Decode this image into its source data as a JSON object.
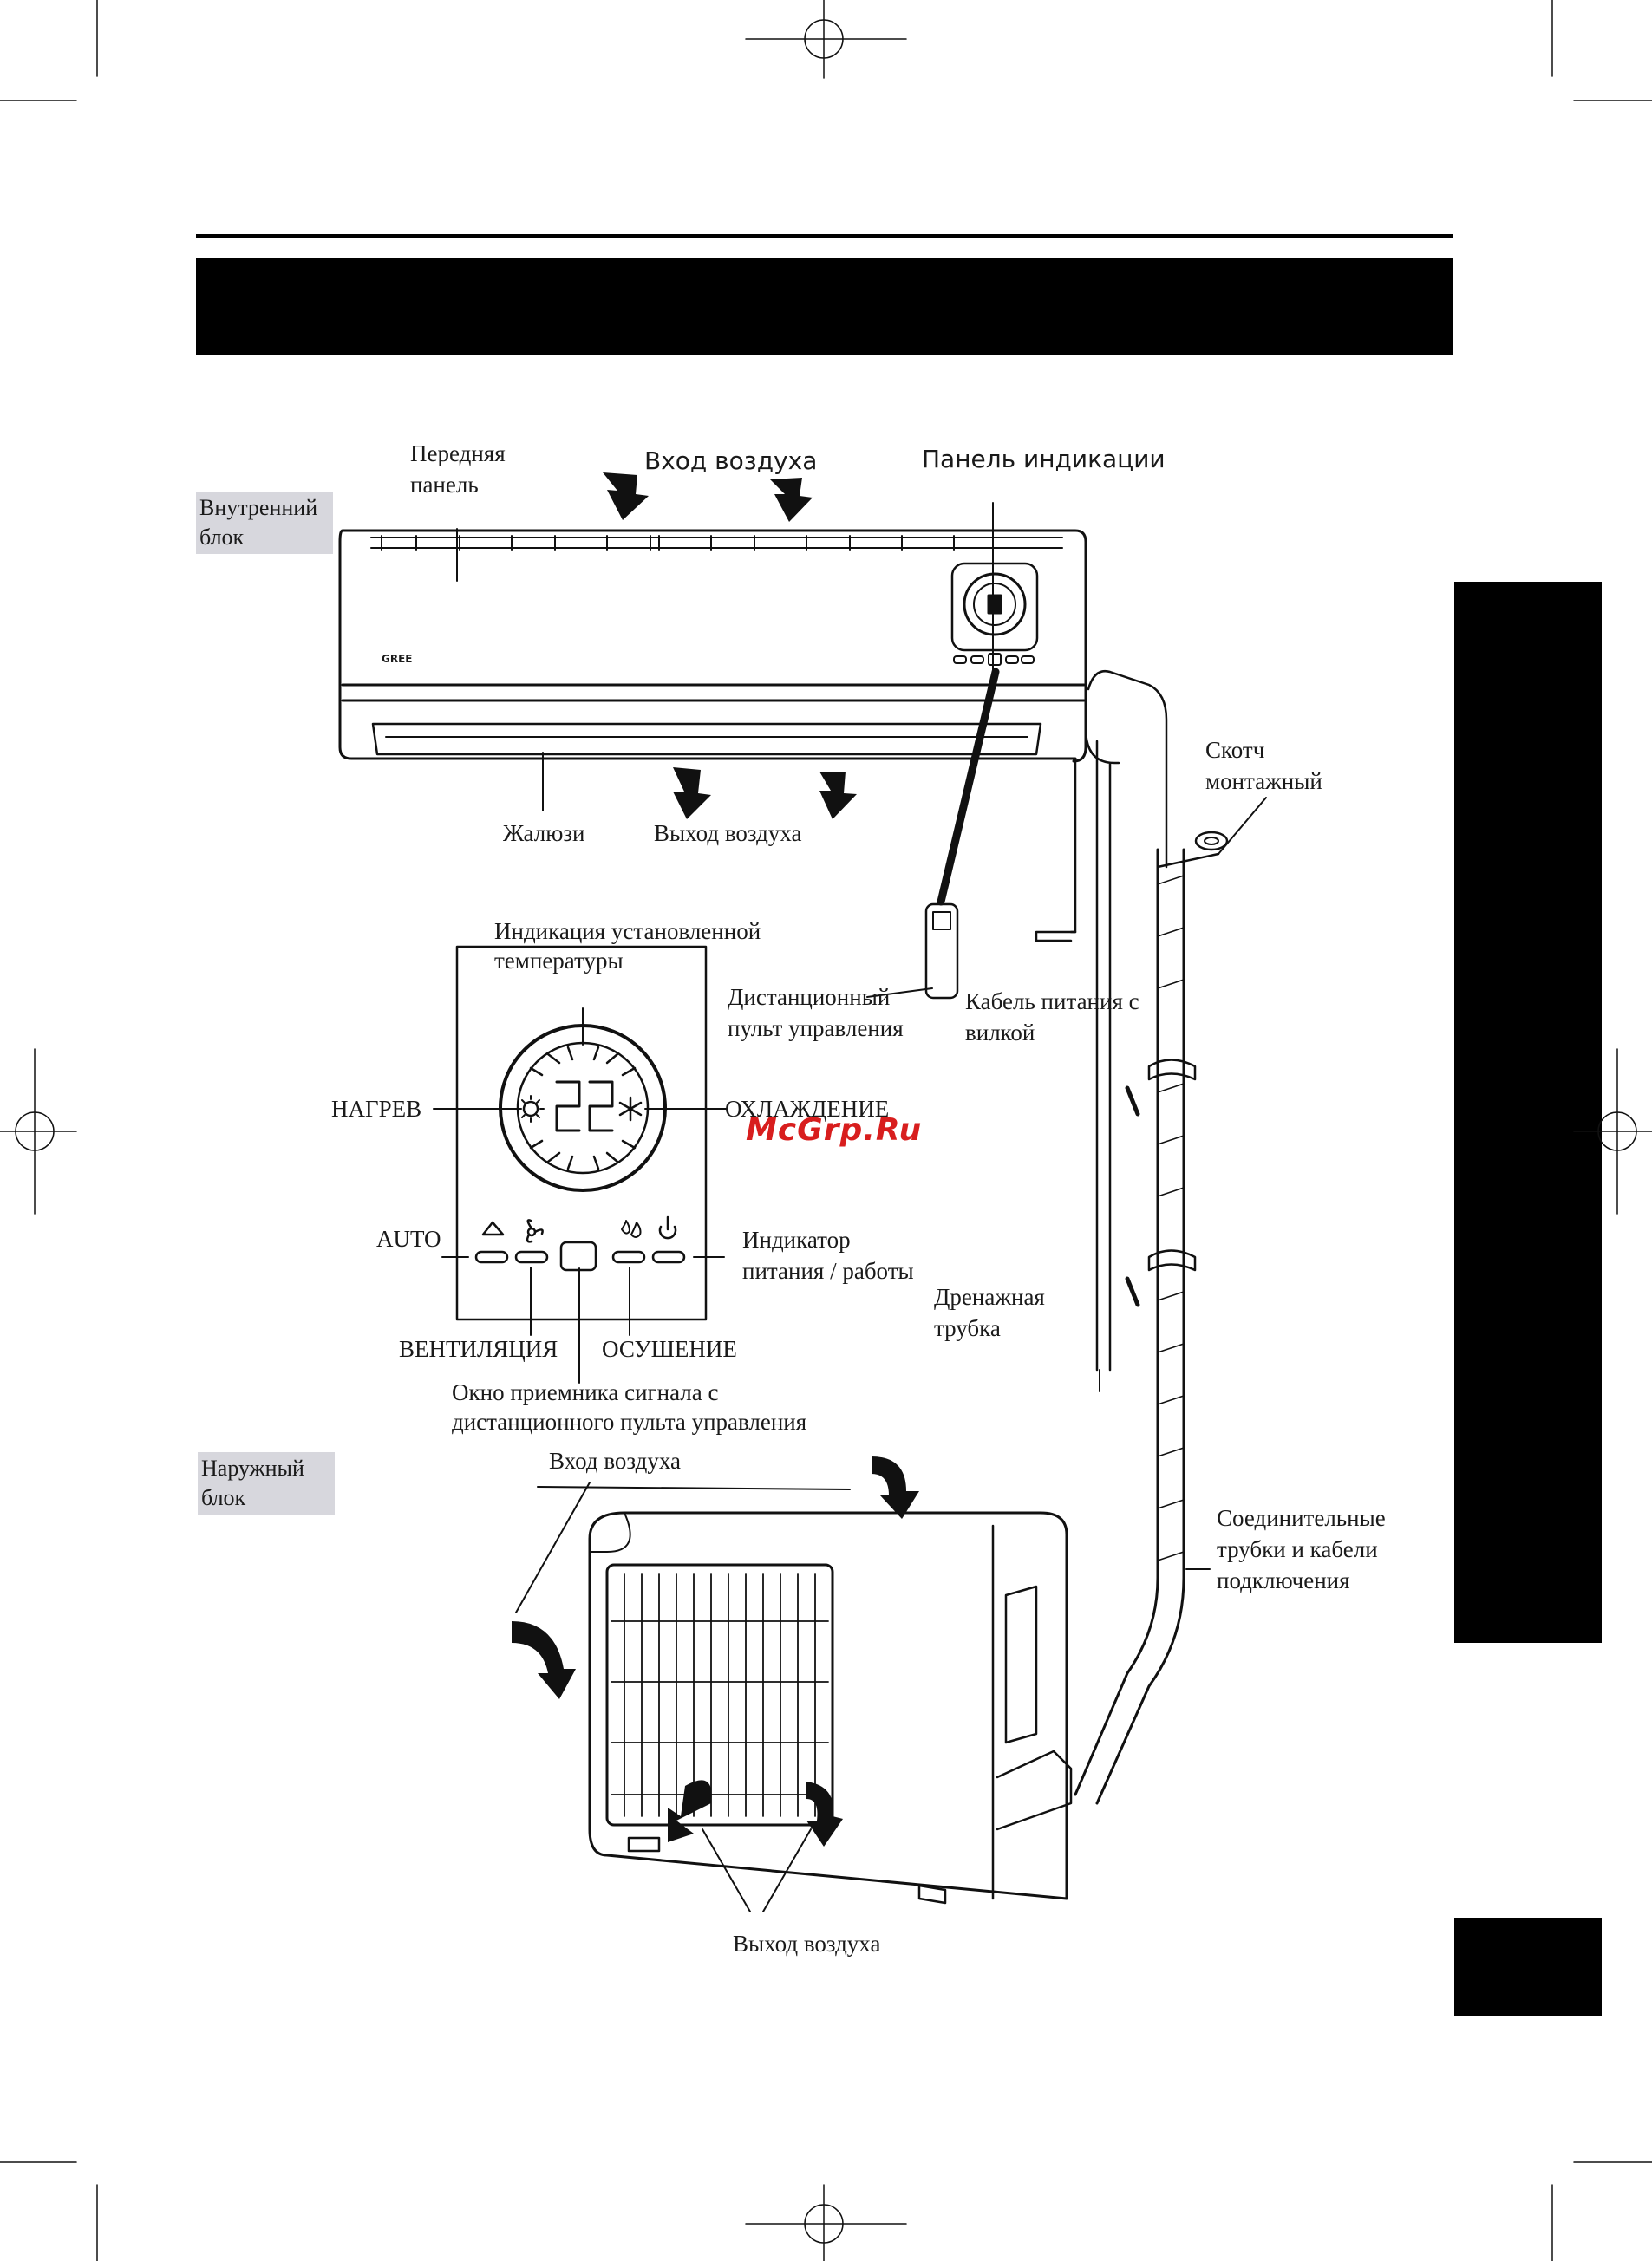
{
  "indoor_unit": {
    "section_label": "Внутренний блок",
    "front_panel": "Передняя панель",
    "air_inlet": "Вход воздуха",
    "display_panel": "Панель индикации",
    "louvers": "Жалюзи",
    "air_outlet": "Выход воздуха",
    "brand_logo": "GREE"
  },
  "installation": {
    "mounting_tape": "Скотч монтажный",
    "remote_control": "Дистанционный пульт управления",
    "power_cable": "Кабель питания с вилкой",
    "drain_hose": "Дренажная трубка",
    "connecting_pipes": "Соединительные трубки и кабели подключения"
  },
  "display_detail": {
    "set_temp_label": "Индикация установленной температуры",
    "temperature_value": "22",
    "heat": "НАГРЕВ",
    "cool": "ОХЛАЖДЕНИЕ",
    "auto": "AUTO",
    "power_indicator": "Индикатор питания / работы",
    "fan": "ВЕНТИЛЯЦИЯ",
    "dry": "ОСУШЕНИЕ",
    "receiver_window": "Окно приемника сигнала с дистанционного пульта управления"
  },
  "outdoor_unit": {
    "section_label": "Наружный блок",
    "air_inlet": "Вход воздуха",
    "air_outlet": "Выход воздуха"
  },
  "watermark": "McGrp.Ru",
  "colors": {
    "ink": "#111111",
    "label_box": "#d7d7dd",
    "watermark": "#d81e1e"
  }
}
